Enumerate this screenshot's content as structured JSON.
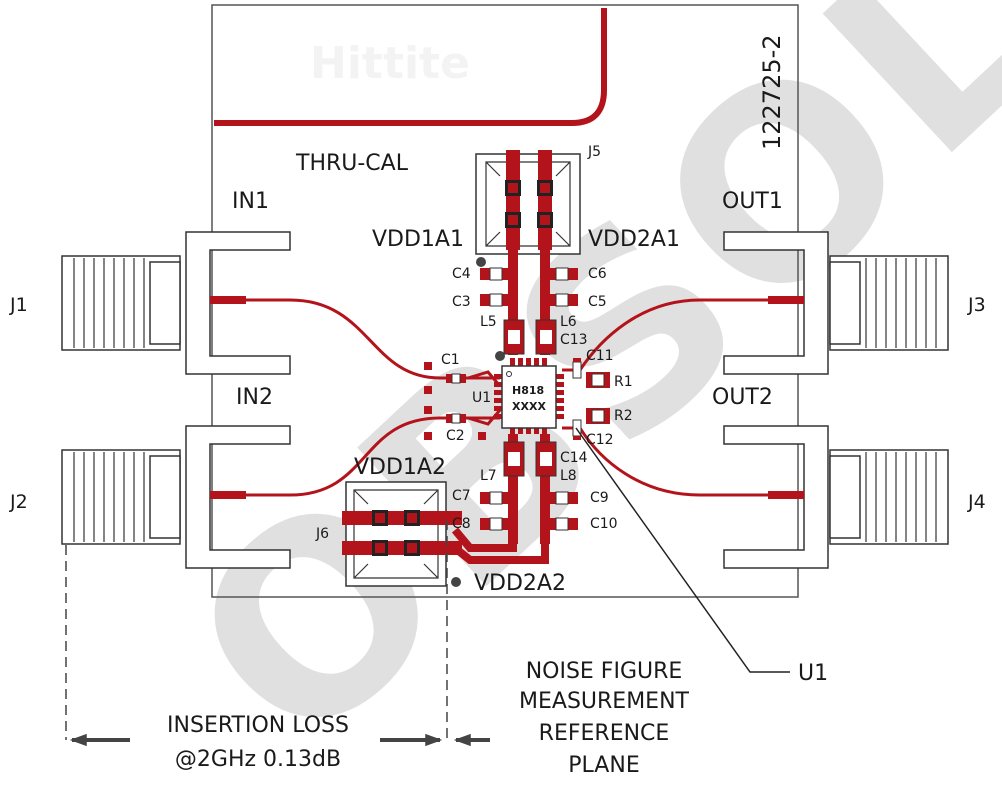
{
  "board": {
    "part_number": "122725-2",
    "logo_text": "Hittite",
    "thru_cal": "THRU-CAL",
    "watermark": "OBSOLETE",
    "trace_color": "#b3141b",
    "outline_color": "#555555"
  },
  "connectors": {
    "j1": "J1",
    "j2": "J2",
    "j3": "J3",
    "j4": "J4",
    "j5": "J5",
    "j6": "J6"
  },
  "ports": {
    "in1": "IN1",
    "in2": "IN2",
    "out1": "OUT1",
    "out2": "OUT2",
    "vdd1a1": "VDD1A1",
    "vdd2a1": "VDD2A1",
    "vdd1a2": "VDD1A2",
    "vdd2a2": "VDD2A2"
  },
  "components": {
    "c1": "C1",
    "c2": "C2",
    "c3": "C3",
    "c4": "C4",
    "c5": "C5",
    "c6": "C6",
    "c7": "C7",
    "c8": "C8",
    "c9": "C9",
    "c10": "C10",
    "c11": "C11",
    "c12": "C12",
    "c13": "C13",
    "c14": "C14",
    "l5": "L5",
    "l6": "L6",
    "l7": "L7",
    "l8": "L8",
    "r1": "R1",
    "r2": "R2",
    "u1": "U1",
    "chip_line1": "H818",
    "chip_line2": "XXXX"
  },
  "callouts": {
    "u1": "U1",
    "insertion_loss_1": "INSERTION LOSS",
    "insertion_loss_2": "@2GHz 0.13dB",
    "noise_1": "NOISE FIGURE",
    "noise_2": "MEASUREMENT",
    "noise_3": "REFERENCE",
    "noise_4": "PLANE"
  }
}
